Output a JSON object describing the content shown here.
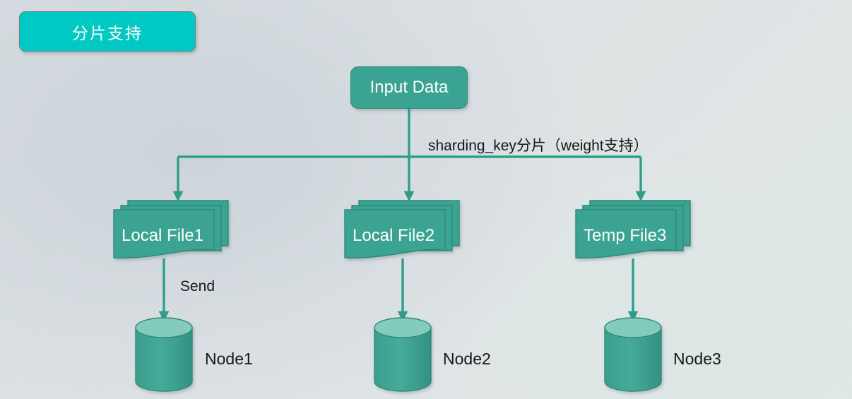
{
  "diagram": {
    "title_badge": {
      "label": "分片支持"
    },
    "source": {
      "label": "Input Data"
    },
    "edge_labels": {
      "sharding": "sharding_key分片（weight支持）",
      "send": "Send"
    },
    "branches": [
      {
        "file_label": "Local File1",
        "node_label": "Node1"
      },
      {
        "file_label": "Local File2",
        "node_label": "Node2"
      },
      {
        "file_label": "Temp File3",
        "node_label": "Node3"
      }
    ],
    "colors": {
      "badge_fill": "#00c9c3",
      "shape_fill": "#3ba392",
      "shape_stroke": "#2f8878",
      "cylinder_top": "#7fc9ba",
      "connector": "#2f9d8a",
      "text_light": "#ffffff",
      "text_dark": "#16181a",
      "background": "#dde3e6"
    }
  }
}
